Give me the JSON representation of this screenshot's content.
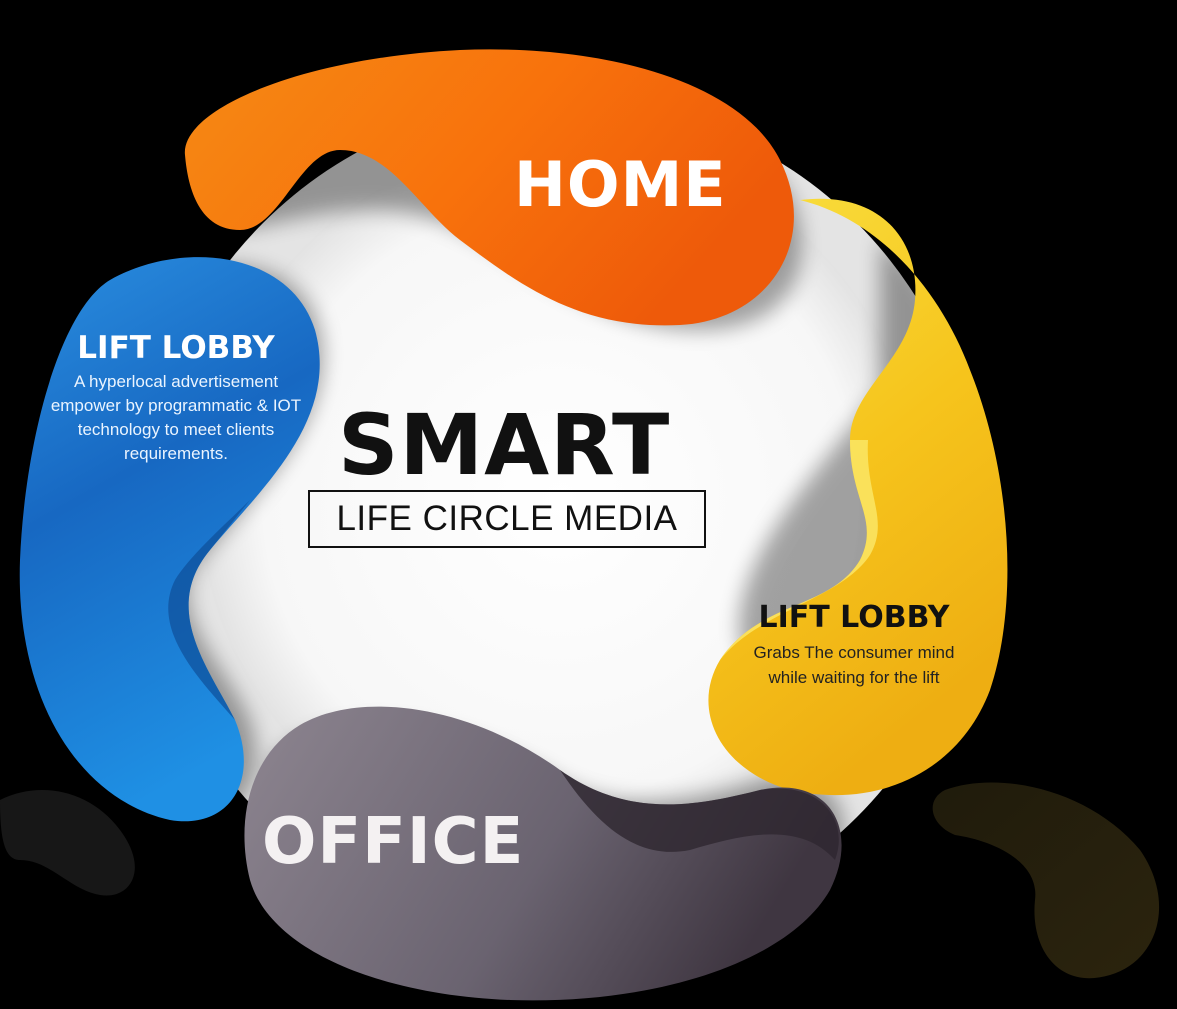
{
  "center": {
    "title": "SMART",
    "subtitle": "LIFE CIRCLE MEDIA"
  },
  "segments": {
    "home": {
      "title": "HOME",
      "color": "#f26a0f"
    },
    "left_lobby": {
      "title": "LIFT LOBBY",
      "description": "A hyperlocal advertisement empower by programmatic & IOT technology to meet clients requirements.",
      "color": "#1e7ed6"
    },
    "right_lobby": {
      "title": "LIFT LOBBY",
      "description": "Grabs The consumer mind while waiting for the lift",
      "color": "#f5c51c"
    },
    "office": {
      "title": "OFFICE",
      "color": "#6f6670"
    }
  }
}
